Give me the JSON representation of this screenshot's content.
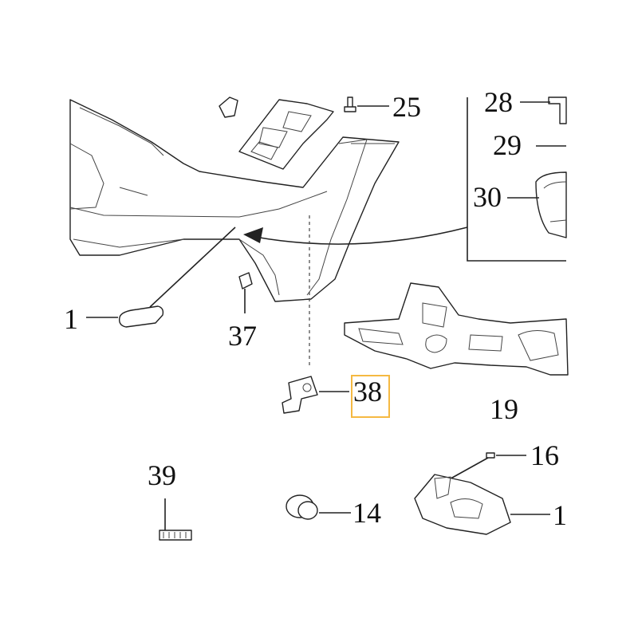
{
  "diagram": {
    "callouts": {
      "c1_left": "1",
      "c14": "14",
      "c16": "16",
      "c1_right": "1",
      "c19": "19",
      "c25": "25",
      "c28": "28",
      "c29": "29",
      "c30": "30",
      "c37": "37",
      "c38": "38",
      "c39": "39"
    },
    "highlight_color": "#F5B942"
  }
}
